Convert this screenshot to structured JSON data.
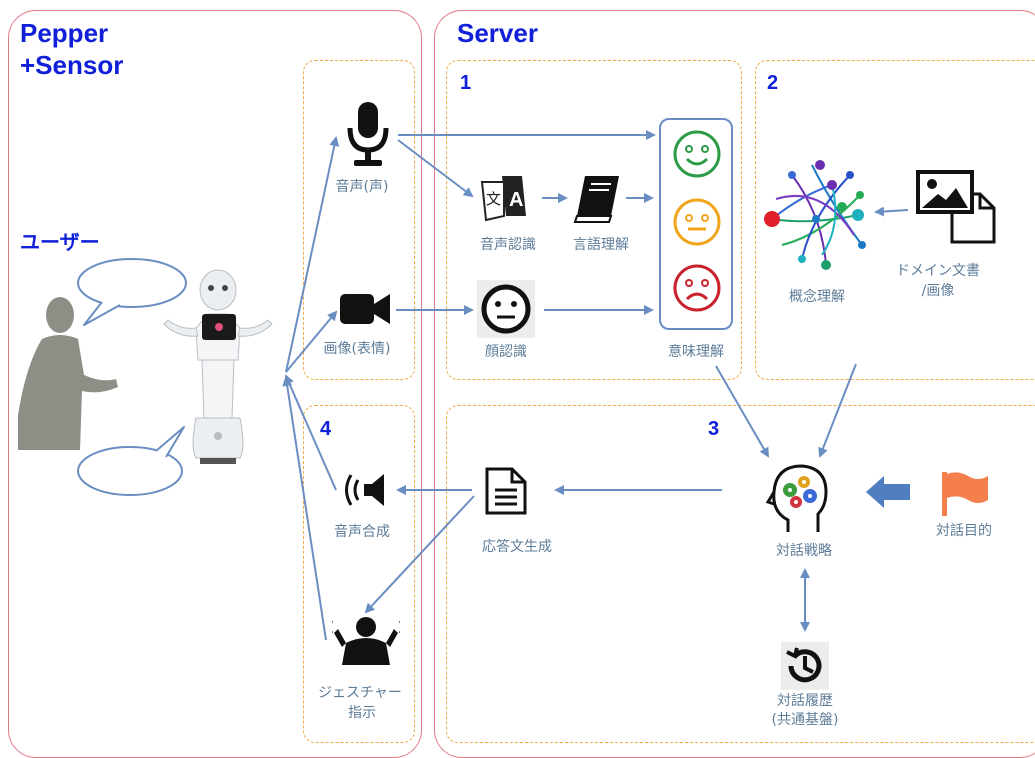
{
  "panels": {
    "left_title_1": "Pepper",
    "left_title_2": "+Sensor",
    "right_title": "Server"
  },
  "section_numbers": [
    "1",
    "2",
    "3",
    "4"
  ],
  "left": {
    "user_label": "ユーザー"
  },
  "sensors": {
    "voice": "音声(声)",
    "image": "画像(表情)"
  },
  "outputs": {
    "speech_synthesis": "音声合成",
    "gesture_line1": "ジェスチャー",
    "gesture_line2": "指示"
  },
  "module1": {
    "speech_recognition": "音声認識",
    "language_understanding": "言語理解",
    "face_recognition": "顔認識",
    "semantic_understanding": "意味理解"
  },
  "module2": {
    "concept_understanding": "概念理解",
    "domain_docs_line1": "ドメイン文書",
    "domain_docs_line2": "/画像"
  },
  "module3": {
    "dialog_strategy": "対話戦略",
    "dialog_goal": "対話目的",
    "response_generation": "応答文生成",
    "dialog_history_line1": "対話履歴",
    "dialog_history_line2": "(共通基盤)"
  },
  "colors": {
    "panel_border": "#e07a86",
    "dashed_border": "#f2a94a",
    "title_blue": "#1020d8",
    "label_gray_blue": "#5d7c98",
    "arrow_blue": "#6a8ec2",
    "smile_green": "#2e9c46",
    "neutral_yellow": "#f0a51c",
    "sad_red": "#c8232c",
    "flag_orange": "#f47f4c"
  }
}
